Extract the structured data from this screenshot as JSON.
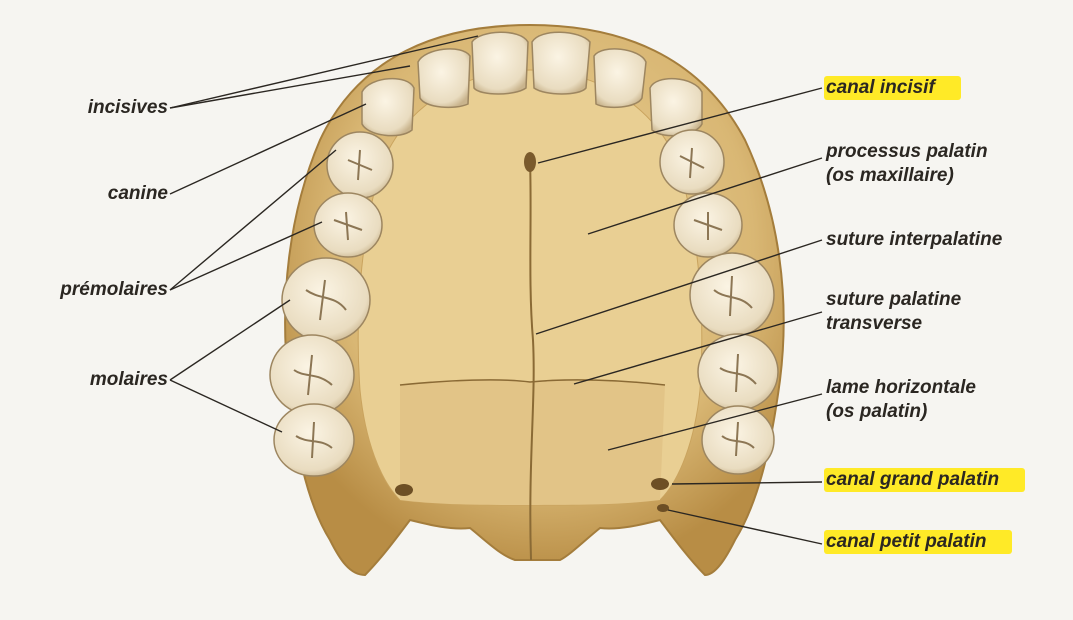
{
  "labels": {
    "incisives": "incisives",
    "canine": "canine",
    "premolaires": "prémolaires",
    "molaires": "molaires",
    "canal_incisif": "canal incisif",
    "processus_palatin_1": "processus palatin",
    "processus_palatin_2": "(os maxillaire)",
    "suture_interpalatine": "suture interpalatine",
    "suture_transverse_1": "suture palatine",
    "suture_transverse_2": "transverse",
    "lame_horizontale_1": "lame horizontale",
    "lame_horizontale_2": "(os palatin)",
    "canal_grand_palatin": "canal grand palatin",
    "canal_petit_palatin": "canal petit palatin"
  },
  "colors": {
    "bone": "#d9b774",
    "bone_shadow": "#b8904a",
    "tooth": "#f1e7d2",
    "highlight": "#ffea27",
    "text": "#2b2722"
  }
}
